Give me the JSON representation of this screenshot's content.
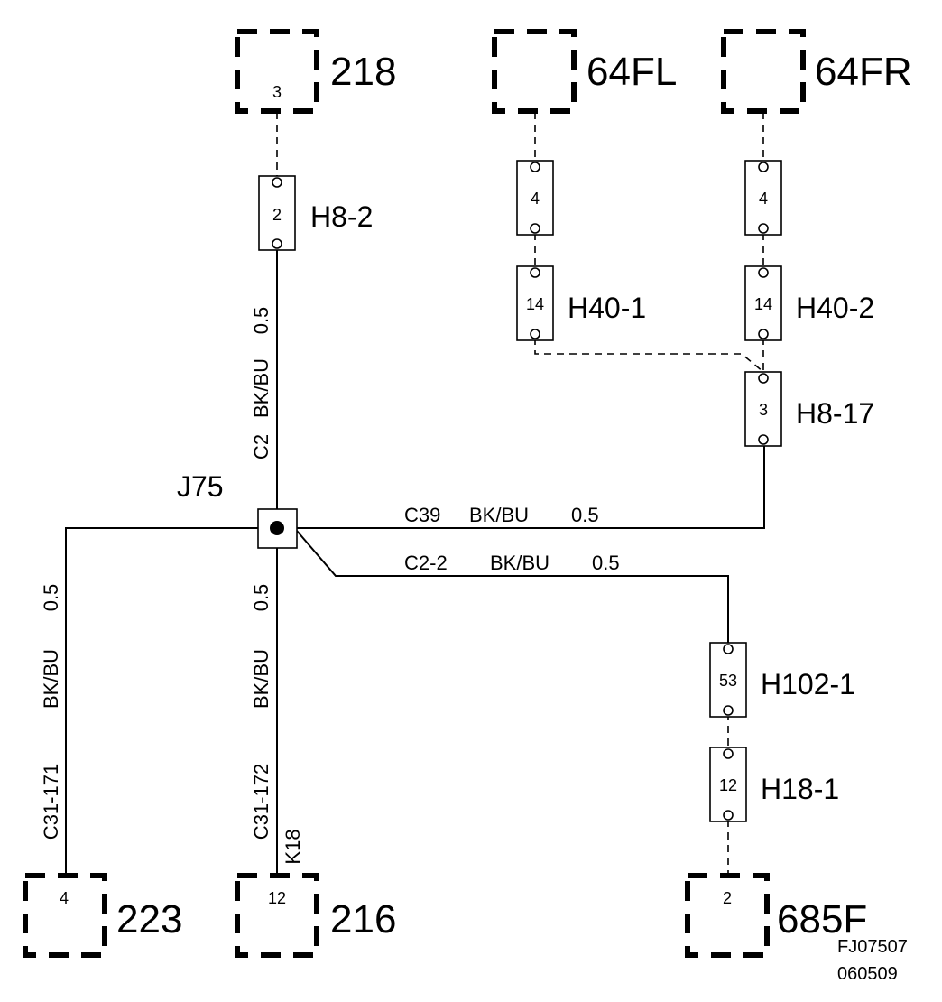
{
  "components": {
    "c218": {
      "label": "218",
      "pin": "3"
    },
    "c64fl": {
      "label": "64FL"
    },
    "c64fr": {
      "label": "64FR"
    },
    "c223": {
      "label": "223",
      "pin": "4"
    },
    "c216": {
      "label": "216",
      "pin": "12"
    },
    "c685f": {
      "label": "685F",
      "pin": "2"
    }
  },
  "connectors": {
    "h8_2": {
      "label": "H8-2",
      "pin": "2"
    },
    "h40_1": {
      "label": "H40-1",
      "pin": "14"
    },
    "h40_2": {
      "label": "H40-2",
      "pin": "14"
    },
    "fl_inline": {
      "pin": "4"
    },
    "fr_inline": {
      "pin": "4"
    },
    "h8_17": {
      "label": "H8-17",
      "pin": "3"
    },
    "h102_1": {
      "label": "H102-1",
      "pin": "53"
    },
    "h18_1": {
      "label": "H18-1",
      "pin": "12"
    }
  },
  "splice": {
    "label": "J75"
  },
  "wires": {
    "c2": {
      "circuit": "C2",
      "color": "BK/BU",
      "size": "0.5"
    },
    "c39": {
      "circuit": "C39",
      "color": "BK/BU",
      "size": "0.5"
    },
    "c2_2": {
      "circuit": "C2-2",
      "color": "BK/BU",
      "size": "0.5"
    },
    "c31_171": {
      "circuit": "C31-171",
      "color": "BK/BU",
      "size": "0.5"
    },
    "c31_172": {
      "circuit": "C31-172",
      "color": "BK/BU",
      "size": "0.5",
      "extra": "K18"
    }
  },
  "figure_ref": {
    "code": "FJ07507",
    "date": "060509"
  }
}
